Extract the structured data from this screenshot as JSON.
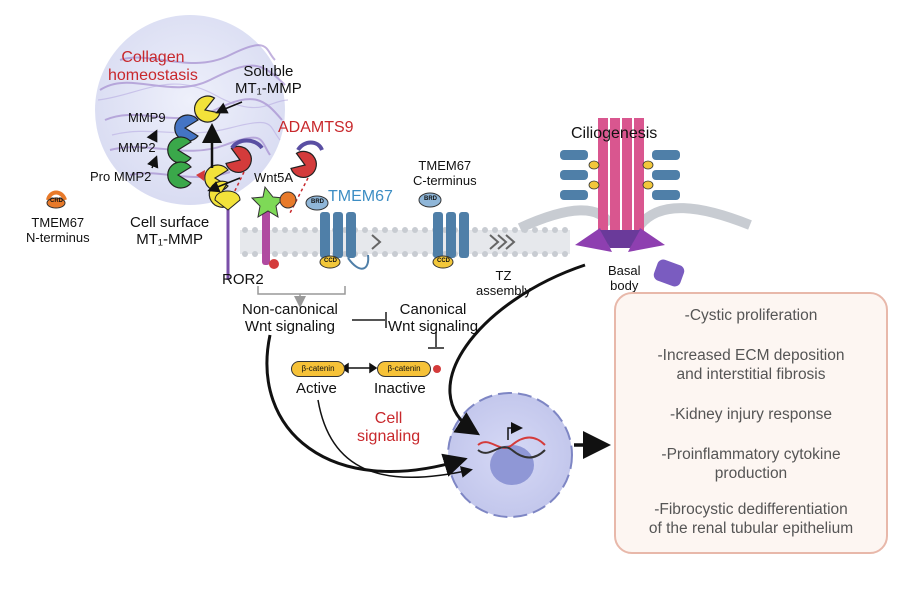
{
  "collagen": {
    "title": "Collagen\nhomeostasis"
  },
  "soluble_mmp": "Soluble\nMT₁-MMP",
  "mmp9": "MMP9",
  "mmp2": "MMP2",
  "pro_mmp2": "Pro MMP2",
  "adamts9": "ADAMTS9",
  "wnt5a": "Wnt5A",
  "cell_surface_mmp": "Cell surface\nMT₁-MMP",
  "tmem67_n": "TMEM67\nN-terminus",
  "ror2": "ROR2",
  "tmem67_main": "TMEM67",
  "tmem67_c": "TMEM67\nC-terminus",
  "tz_assembly": "TZ\nassembly",
  "ciliogenesis": "Ciliogenesis",
  "basal_body": "Basal\nbody",
  "noncanonical": "Non-canonical\nWnt signaling",
  "canonical": "Canonical\nWnt signaling",
  "beta_catenin": "β-catenin",
  "active": "Active",
  "inactive": "Inactive",
  "cell_signaling": "Cell\nsignaling",
  "domain_tags": {
    "crd": "CRD",
    "brd": "BRD",
    "ccd": "CCD"
  },
  "outcomes": [
    "-Cystic proliferation",
    "-Increased ECM deposition\nand interstitial fibrosis",
    "-Kidney injury response",
    "-Proinflammatory cytokine\nproduction",
    "-Fibrocystic dedifferentiation\nof the renal tubular epithelium"
  ],
  "colors": {
    "red_label": "#c8282c",
    "blue_label": "#3d8ec4",
    "outcome_border": "#e8b8aa",
    "membrane": "#c8ccd2",
    "receptor": "#4f7fa8",
    "cell": "#c9cdf0"
  }
}
